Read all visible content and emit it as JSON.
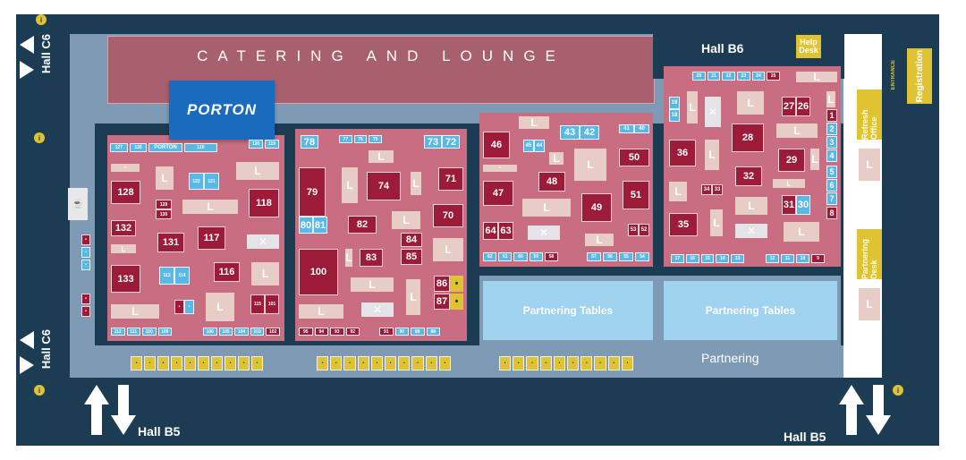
{
  "colors": {
    "background": "#1c3c53",
    "hall": "#c96e82",
    "corridor": "#7f9ab4",
    "booth": "#9c1b38",
    "lounge_booth": "#e8cdc6",
    "blue_booth": "#58b8e8",
    "yellow": "#e0c332"
  },
  "labels": {
    "catering": "CATERING AND LOUNGE",
    "hall_b6": "Hall B6",
    "hall_b5_left": "Hall B5",
    "hall_b5_right": "Hall B5",
    "hall_c6_top": "Hall C6",
    "hall_c6_bottom": "Hall C6",
    "help_desk": "Help Desk",
    "registration": "Registration",
    "entrance": "ENTRANCE",
    "refresh_office": "Refresh Office",
    "partnering_desk": "Partnering Desk",
    "partnering": "Partnering",
    "partnering_tables_1": "Partnering Tables",
    "partnering_tables_2": "Partnering Tables",
    "porton_logo": "PORTON",
    "porton_small": "PORTON",
    "lounge": "L"
  },
  "booths": {
    "h1": {
      "b128": "128",
      "b132": "132",
      "b133": "133",
      "b131": "131",
      "b117": "117",
      "b118": "118",
      "b116": "116",
      "b129": "129",
      "b130": "130",
      "b127": "127",
      "b126": "126",
      "b122": "122",
      "b121": "121",
      "b120": "120",
      "b119": "119",
      "b113": "113",
      "b114": "114",
      "b115": "115",
      "b101": "101",
      "b112": "112",
      "b111": "111",
      "b110": "110",
      "b109": "109",
      "b106": "106",
      "b105": "105",
      "b104": "104",
      "b103": "103",
      "b102": "102"
    },
    "h2": {
      "b78": "78",
      "b77": "77",
      "b76": "76",
      "b75": "75",
      "b73": "73",
      "b72": "72",
      "b79": "79",
      "b74": "74",
      "b71": "71",
      "b70": "70",
      "b80": "80",
      "b81": "81",
      "b82": "82",
      "b84": "84",
      "b85": "85",
      "b83": "83",
      "b100": "100",
      "b86": "86",
      "b87": "87",
      "b95": "95",
      "b94": "94",
      "b93": "93",
      "b92": "92",
      "b91": "91",
      "b90": "90",
      "b89": "89",
      "b88": "88"
    },
    "h3": {
      "b46": "46",
      "b45": "45",
      "b44": "44",
      "b43": "43",
      "b42": "42",
      "b41": "41",
      "b40": "40",
      "b50": "50",
      "b48": "48",
      "b47": "47",
      "b49": "49",
      "b51": "51",
      "b64": "64",
      "b63": "63",
      "b53": "53",
      "b52": "52",
      "b62": "62",
      "b61": "61",
      "b60": "60",
      "b59": "59",
      "b58": "58",
      "b57": "57",
      "b56": "56",
      "b55": "55",
      "b54": "54"
    },
    "h4": {
      "b20": "20",
      "b21": "21",
      "b22": "22",
      "b23": "23",
      "b24": "24",
      "b25": "25",
      "b19": "19",
      "b18": "18",
      "b28": "28",
      "b27": "27",
      "b26": "26",
      "b36": "36",
      "b29": "29",
      "b32": "32",
      "b34": "34",
      "b33": "33",
      "b31": "31",
      "b30": "30",
      "b35": "35",
      "b17": "17",
      "b16": "16",
      "b15": "15",
      "b14": "14",
      "b13": "13",
      "b12": "12",
      "b11": "11",
      "b10": "10",
      "b9": "9",
      "s1": "1",
      "s2": "2",
      "s3": "3",
      "s4": "4",
      "s5": "5",
      "s6": "6",
      "s7": "7",
      "s8": "8"
    }
  }
}
